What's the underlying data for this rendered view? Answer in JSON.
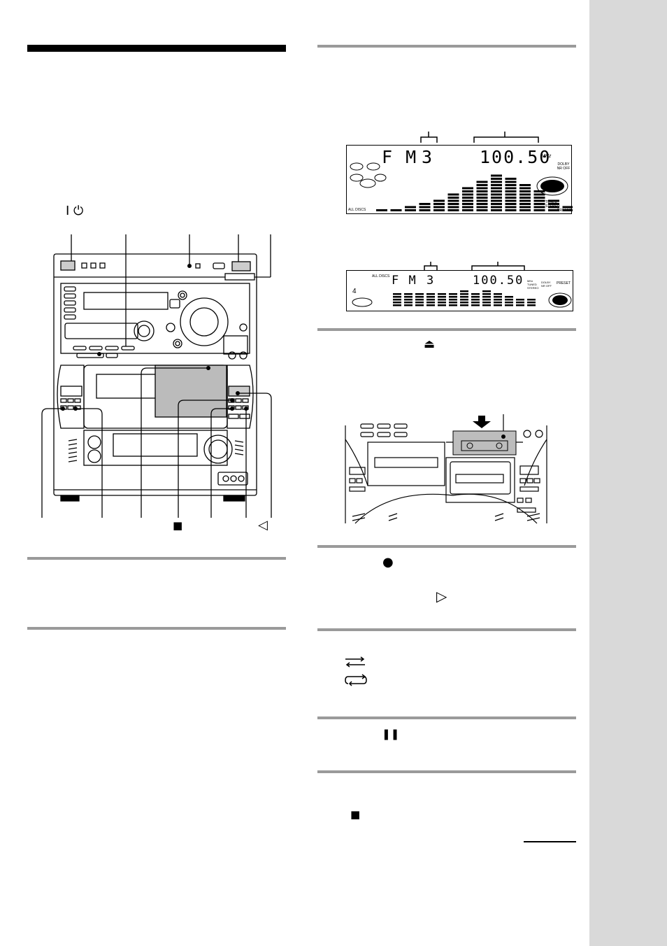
{
  "page": {
    "side_tab_color": "#d9d9d9",
    "rule_color": "#9a9a9a"
  },
  "lcd_large": {
    "band": "F M",
    "preset_number": "3",
    "frequency": "100.50",
    "unit": "MHz",
    "dolby_label": "DOLBY NR OFF",
    "tuned_label": "TUNED",
    "stereo_label": "STEREO",
    "preset_label": "PRESET",
    "all_discs_label": "ALL  DISCS"
  },
  "lcd_small": {
    "all_discs_label": "ALL  DISCS",
    "band": "F M",
    "preset_number": "3",
    "frequency": "100.50",
    "indicators": "MHz TUNED STEREO",
    "dolby_label": "DOLBY NR OFF",
    "preset_label": "PRESET",
    "disc_number": "4"
  },
  "symbols": {
    "power": "I ⏻",
    "eject": "⏏",
    "record": "●",
    "play_forward": "▷",
    "play_reverse": "◁",
    "stop": "■",
    "pause": "❚❚",
    "stop_small": "■"
  },
  "icons": {
    "one_way": "one-way-direction-icon",
    "relay": "relay-direction-icon"
  }
}
